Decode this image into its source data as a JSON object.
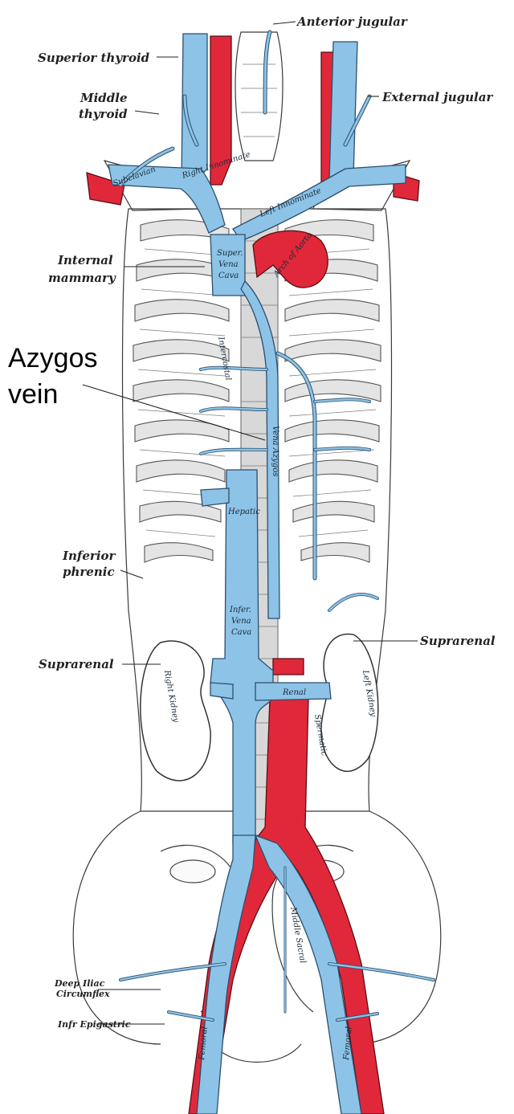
{
  "labels": {
    "anterior_jugular": "Anterior jugular",
    "superior_thyroid": "Superior thyroid",
    "external_jugular": "External jugular",
    "middle_thyroid_1": "Middle",
    "middle_thyroid_2": "thyroid",
    "internal_mammary_1": "Internal",
    "internal_mammary_2": "mammary",
    "azygos_1": "Azygos",
    "azygos_2": "vein",
    "inferior_phrenic_1": "Inferior",
    "inferior_phrenic_2": "phrenic",
    "suprarenal_right": "Suprarenal",
    "suprarenal_left": "Suprarenal",
    "deep_iliac_1": "Deep Iliac",
    "deep_iliac_2": "Circumflex",
    "inf_epigastric": "Infr Epigastric"
  },
  "vessel_text": {
    "superior_vena_cava_1": "Super.",
    "superior_vena_cava_2": "Vena",
    "superior_vena_cava_3": "Cava",
    "inferior_vena_cava_1": "Infer.",
    "inferior_vena_cava_2": "Vena",
    "inferior_vena_cava_3": "Cava",
    "vena_azygos": "Vena Azygos",
    "right_innominate": "Right Innominate",
    "left_innominate": "Left Innominate",
    "arch_aorta": "Arch of Aorta",
    "hepatic": "Hepatic",
    "renal": "Renal",
    "right_kidney": "Right Kidney",
    "left_kidney": "Left Kidney",
    "intercostal": "Intercostal",
    "subclavian": "Subclavian",
    "femoral_right": "Femoral",
    "femoral_left": "Femoral",
    "middle_sacral": "Middle Sacral",
    "spermatic": "Spermatic"
  },
  "colors": {
    "vein": "#8dc3e6",
    "artery": "#e0283a",
    "background": "#ffffff"
  }
}
